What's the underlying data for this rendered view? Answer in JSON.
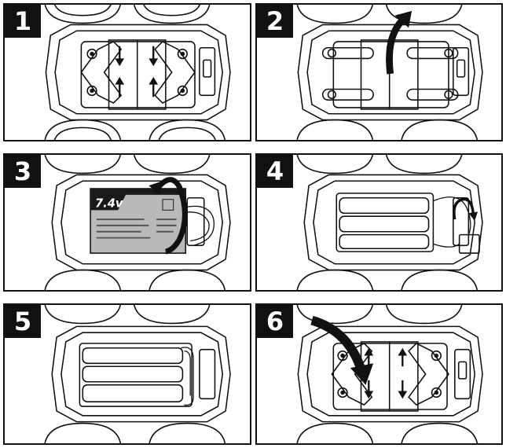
{
  "steps": [
    {
      "number": "1"
    },
    {
      "number": "2"
    },
    {
      "number": "3",
      "battery_label": "7.4v"
    },
    {
      "number": "4"
    },
    {
      "number": "5"
    },
    {
      "number": "6"
    }
  ],
  "colors": {
    "line": "#111111",
    "paper": "#ffffff",
    "battery_dark": "#1a1a1a",
    "battery_gray": "#9a9a9a"
  },
  "icons": [
    "down-arrow-icon",
    "up-arrow-icon",
    "curved-arrow-icon",
    "screw-icon",
    "wheel-icon",
    "switch-icon"
  ]
}
